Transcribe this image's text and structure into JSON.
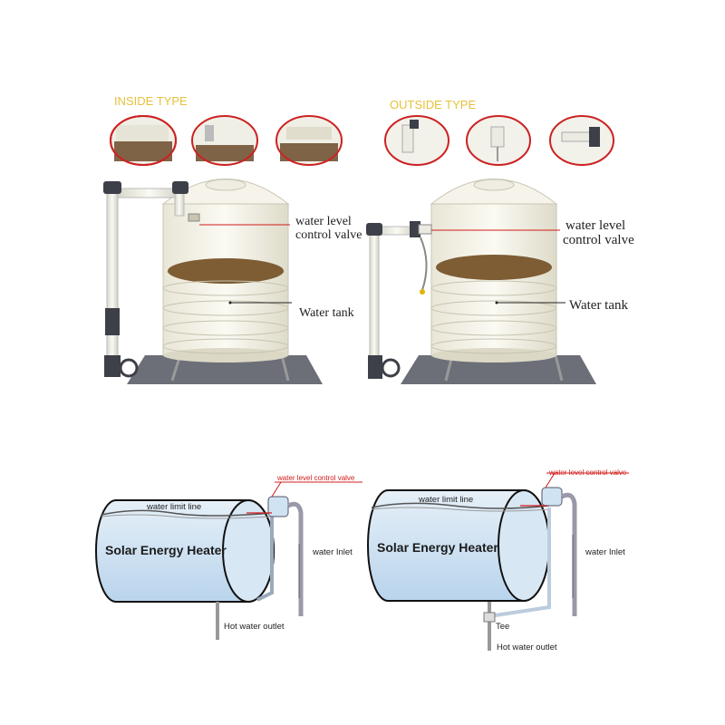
{
  "top": {
    "inside_title": "INSIDE TYPE",
    "outside_title": "OUTSIDE TYPE",
    "callout_valve": [
      "water level",
      "control valve"
    ],
    "callout_tank": "Water tank",
    "inside_valve_line1": "water level",
    "inside_valve_line2": "control valve",
    "inside_tank": "Water tank",
    "outside_valve_line1": "water level",
    "outside_valve_line2": "control valve",
    "outside_tank": "Water tank"
  },
  "bottom": {
    "left": {
      "valve_label": "water level control valve",
      "limit_label": "water limit line",
      "heater_label": "Solar Energy Heater",
      "inlet_label": "water Inlet",
      "outlet_label": "Hot water outlet"
    },
    "right": {
      "valve_label": "water level control valve",
      "limit_label": "water limit line",
      "heater_label": "Solar Energy Heater",
      "inlet_label": "water Inlet",
      "tee_label": "Tee",
      "outlet_label": "Hot water outlet"
    }
  },
  "colors": {
    "accent_title": "#e6c13b",
    "highlight_red": "#d21b1b",
    "tank_body": "#f3f1e6",
    "water_brown": "#7a5a33",
    "heater_blue": "#cfe3f3"
  }
}
